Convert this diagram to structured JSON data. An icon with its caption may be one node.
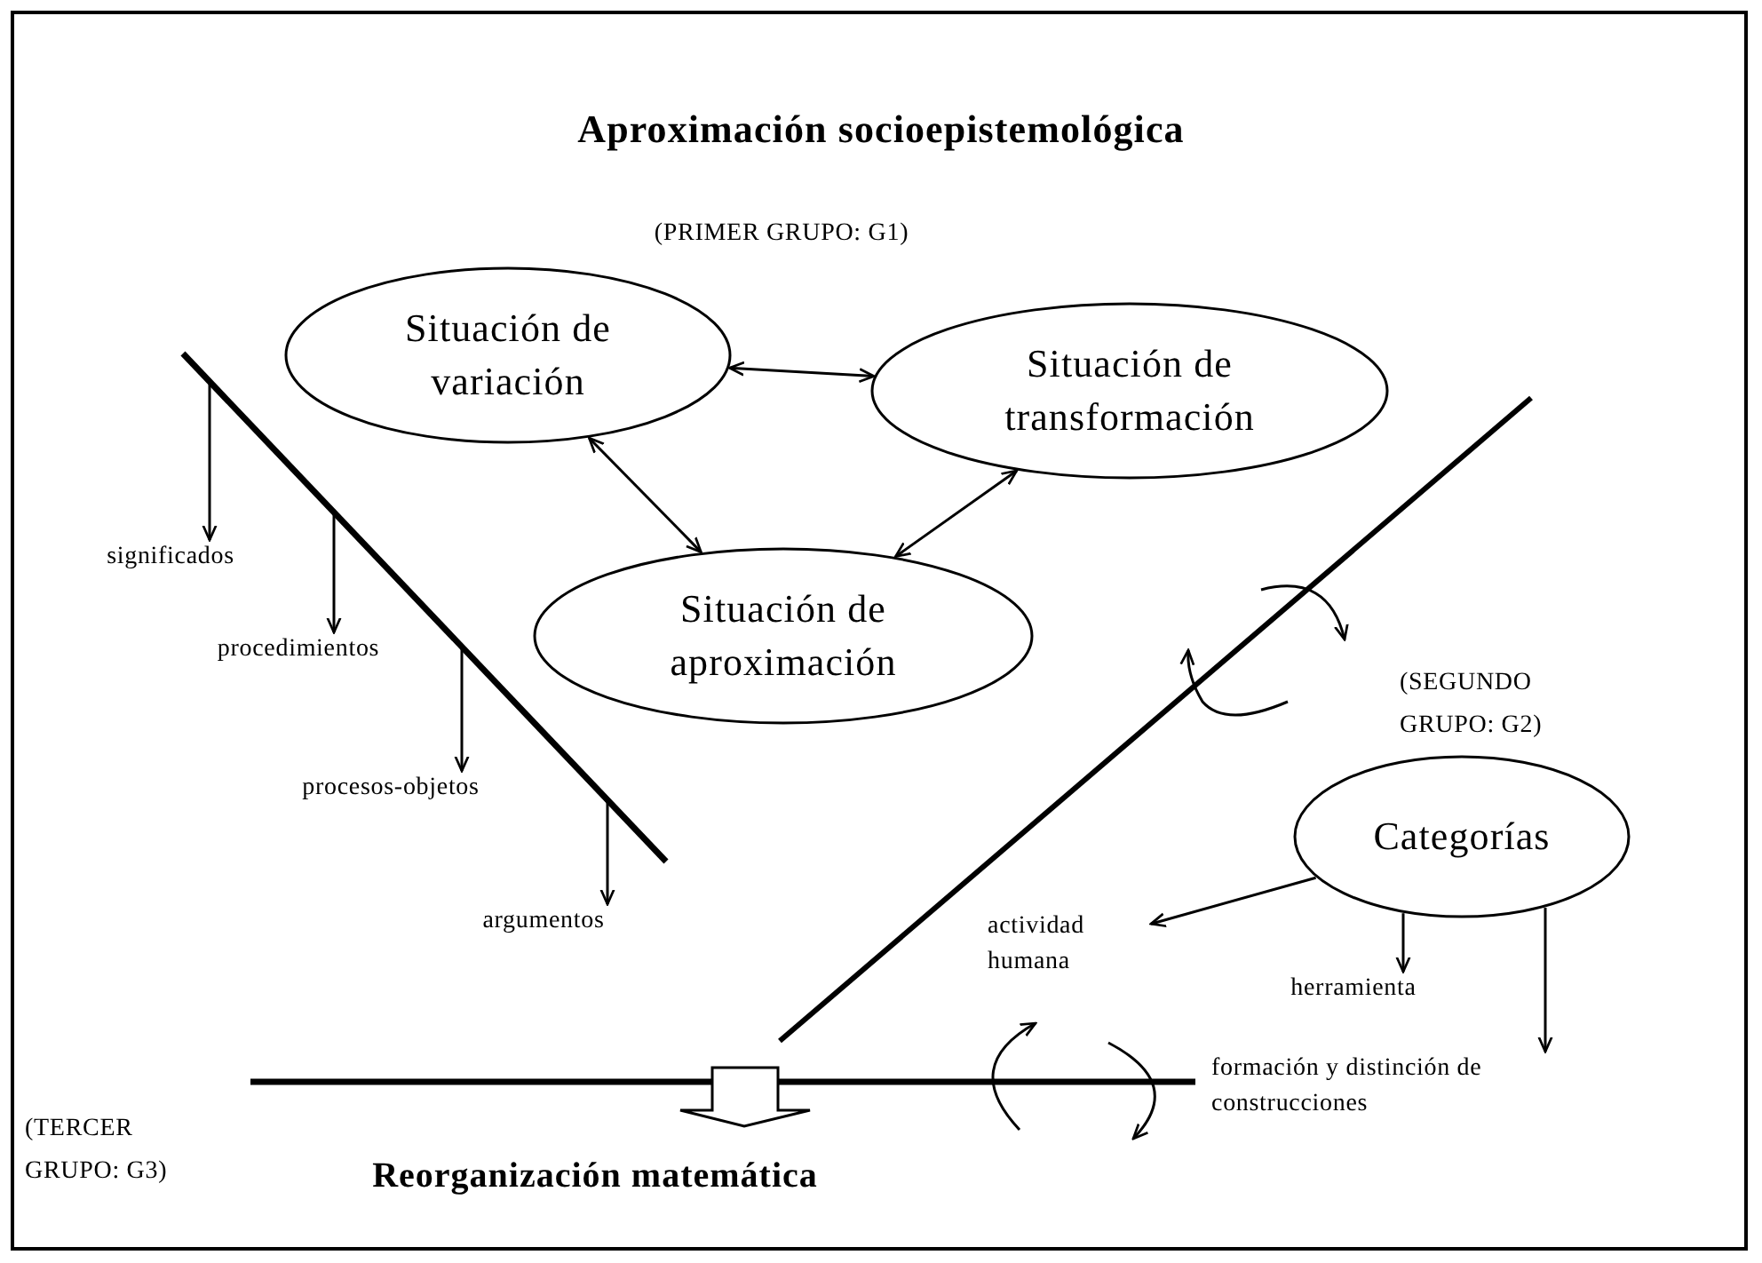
{
  "diagram": {
    "title": "Aproximación socioepistemológica",
    "nodes": [
      {
        "text": [
          "Situación de variación"
        ]
      },
      {
        "text": [
          "Situación de transformación"
        ]
      },
      {
        "text": [
          "Situación de aproximación"
        ]
      },
      {
        "text": [
          "Categorías"
        ]
      },
      {
        "text": [
          "significados"
        ]
      },
      {
        "text": [
          "procedimientos"
        ]
      },
      {
        "text": [
          "procesos-objetos"
        ]
      },
      {
        "text": [
          "argumentos"
        ]
      },
      {
        "text": [
          "actividad humana"
        ]
      },
      {
        "text": [
          "herramienta"
        ]
      },
      {
        "text": [
          "formación y distinción de construcciones"
        ]
      }
    ],
    "edges": [
      {
        "from": 0,
        "to": 1,
        "arrow": "both"
      },
      {
        "from": 0,
        "to": 2,
        "arrow": "both"
      },
      {
        "from": 2,
        "to": 1,
        "arrow": "both"
      },
      {
        "from": null,
        "to": 4,
        "arrow": "to"
      },
      {
        "from": null,
        "to": 5,
        "arrow": "to"
      },
      {
        "from": null,
        "to": 6,
        "arrow": "to"
      },
      {
        "from": null,
        "to": 7,
        "arrow": "to"
      },
      {
        "from": 3,
        "to": 8,
        "arrow": "to"
      },
      {
        "from": 3,
        "to": 9,
        "arrow": "to"
      },
      {
        "from": 3,
        "to": 10,
        "arrow": "to"
      }
    ],
    "labels": [
      "(PRIMER GRUPO: G1)",
      "(SEGUNDO GRUPO: G2)",
      "(TERCER GRUPO: G3)",
      "Reorganización matemática"
    ]
  }
}
